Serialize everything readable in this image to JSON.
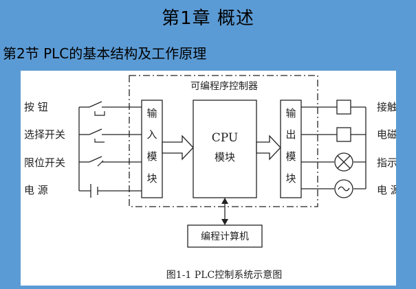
{
  "header": {
    "chapter_title": "第1章  概述",
    "section_title": "第2节    PLC的基本结构及工作原理"
  },
  "diagram": {
    "controller_label": "可编程序控制器",
    "input_devices": [
      {
        "label": "按      钮"
      },
      {
        "label": "选择开关"
      },
      {
        "label": "限位开关"
      },
      {
        "label": "电      源"
      }
    ],
    "input_module": [
      "输",
      "入",
      "模",
      "块"
    ],
    "cpu_module": {
      "line1": "CPU",
      "line2": "模块"
    },
    "output_module": [
      "输",
      "出",
      "模",
      "块"
    ],
    "output_devices": [
      {
        "label": "接触器"
      },
      {
        "label": "电磁阀"
      },
      {
        "label": "指示灯"
      },
      {
        "label": "电      源"
      }
    ],
    "programmer_label": "编程计算机",
    "caption": "图1-1  PLC控制系统示意图"
  },
  "colors": {
    "background": "#5b9bd5",
    "panel": "#ffffff",
    "ink": "#222222"
  }
}
